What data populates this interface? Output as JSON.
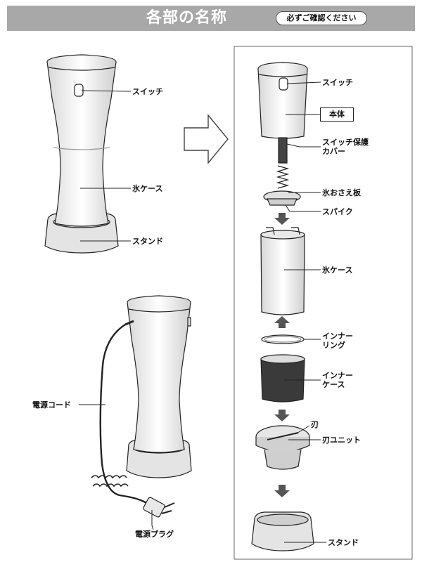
{
  "header": {
    "title": "各部の名称",
    "notice": "必ずご確認ください"
  },
  "left_labels": {
    "switch": "スイッチ",
    "ice_case": "氷ケース",
    "stand": "スタンド",
    "power_cord": "電源コード",
    "power_plug": "電源プラグ"
  },
  "right_labels": {
    "switch": "スイッチ",
    "body": "本体",
    "switch_cover_line1": "スイッチ保護",
    "switch_cover_line2": "カバー",
    "ice_press_plate": "氷おさえ板",
    "spike": "スパイク",
    "ice_case": "氷ケース",
    "inner_ring_line1": "インナー",
    "inner_ring_line2": "リング",
    "inner_case_line1": "インナー",
    "inner_case_line2": "ケース",
    "blade": "刃",
    "blade_unit": "刃ユニット",
    "stand": "スタンド"
  }
}
